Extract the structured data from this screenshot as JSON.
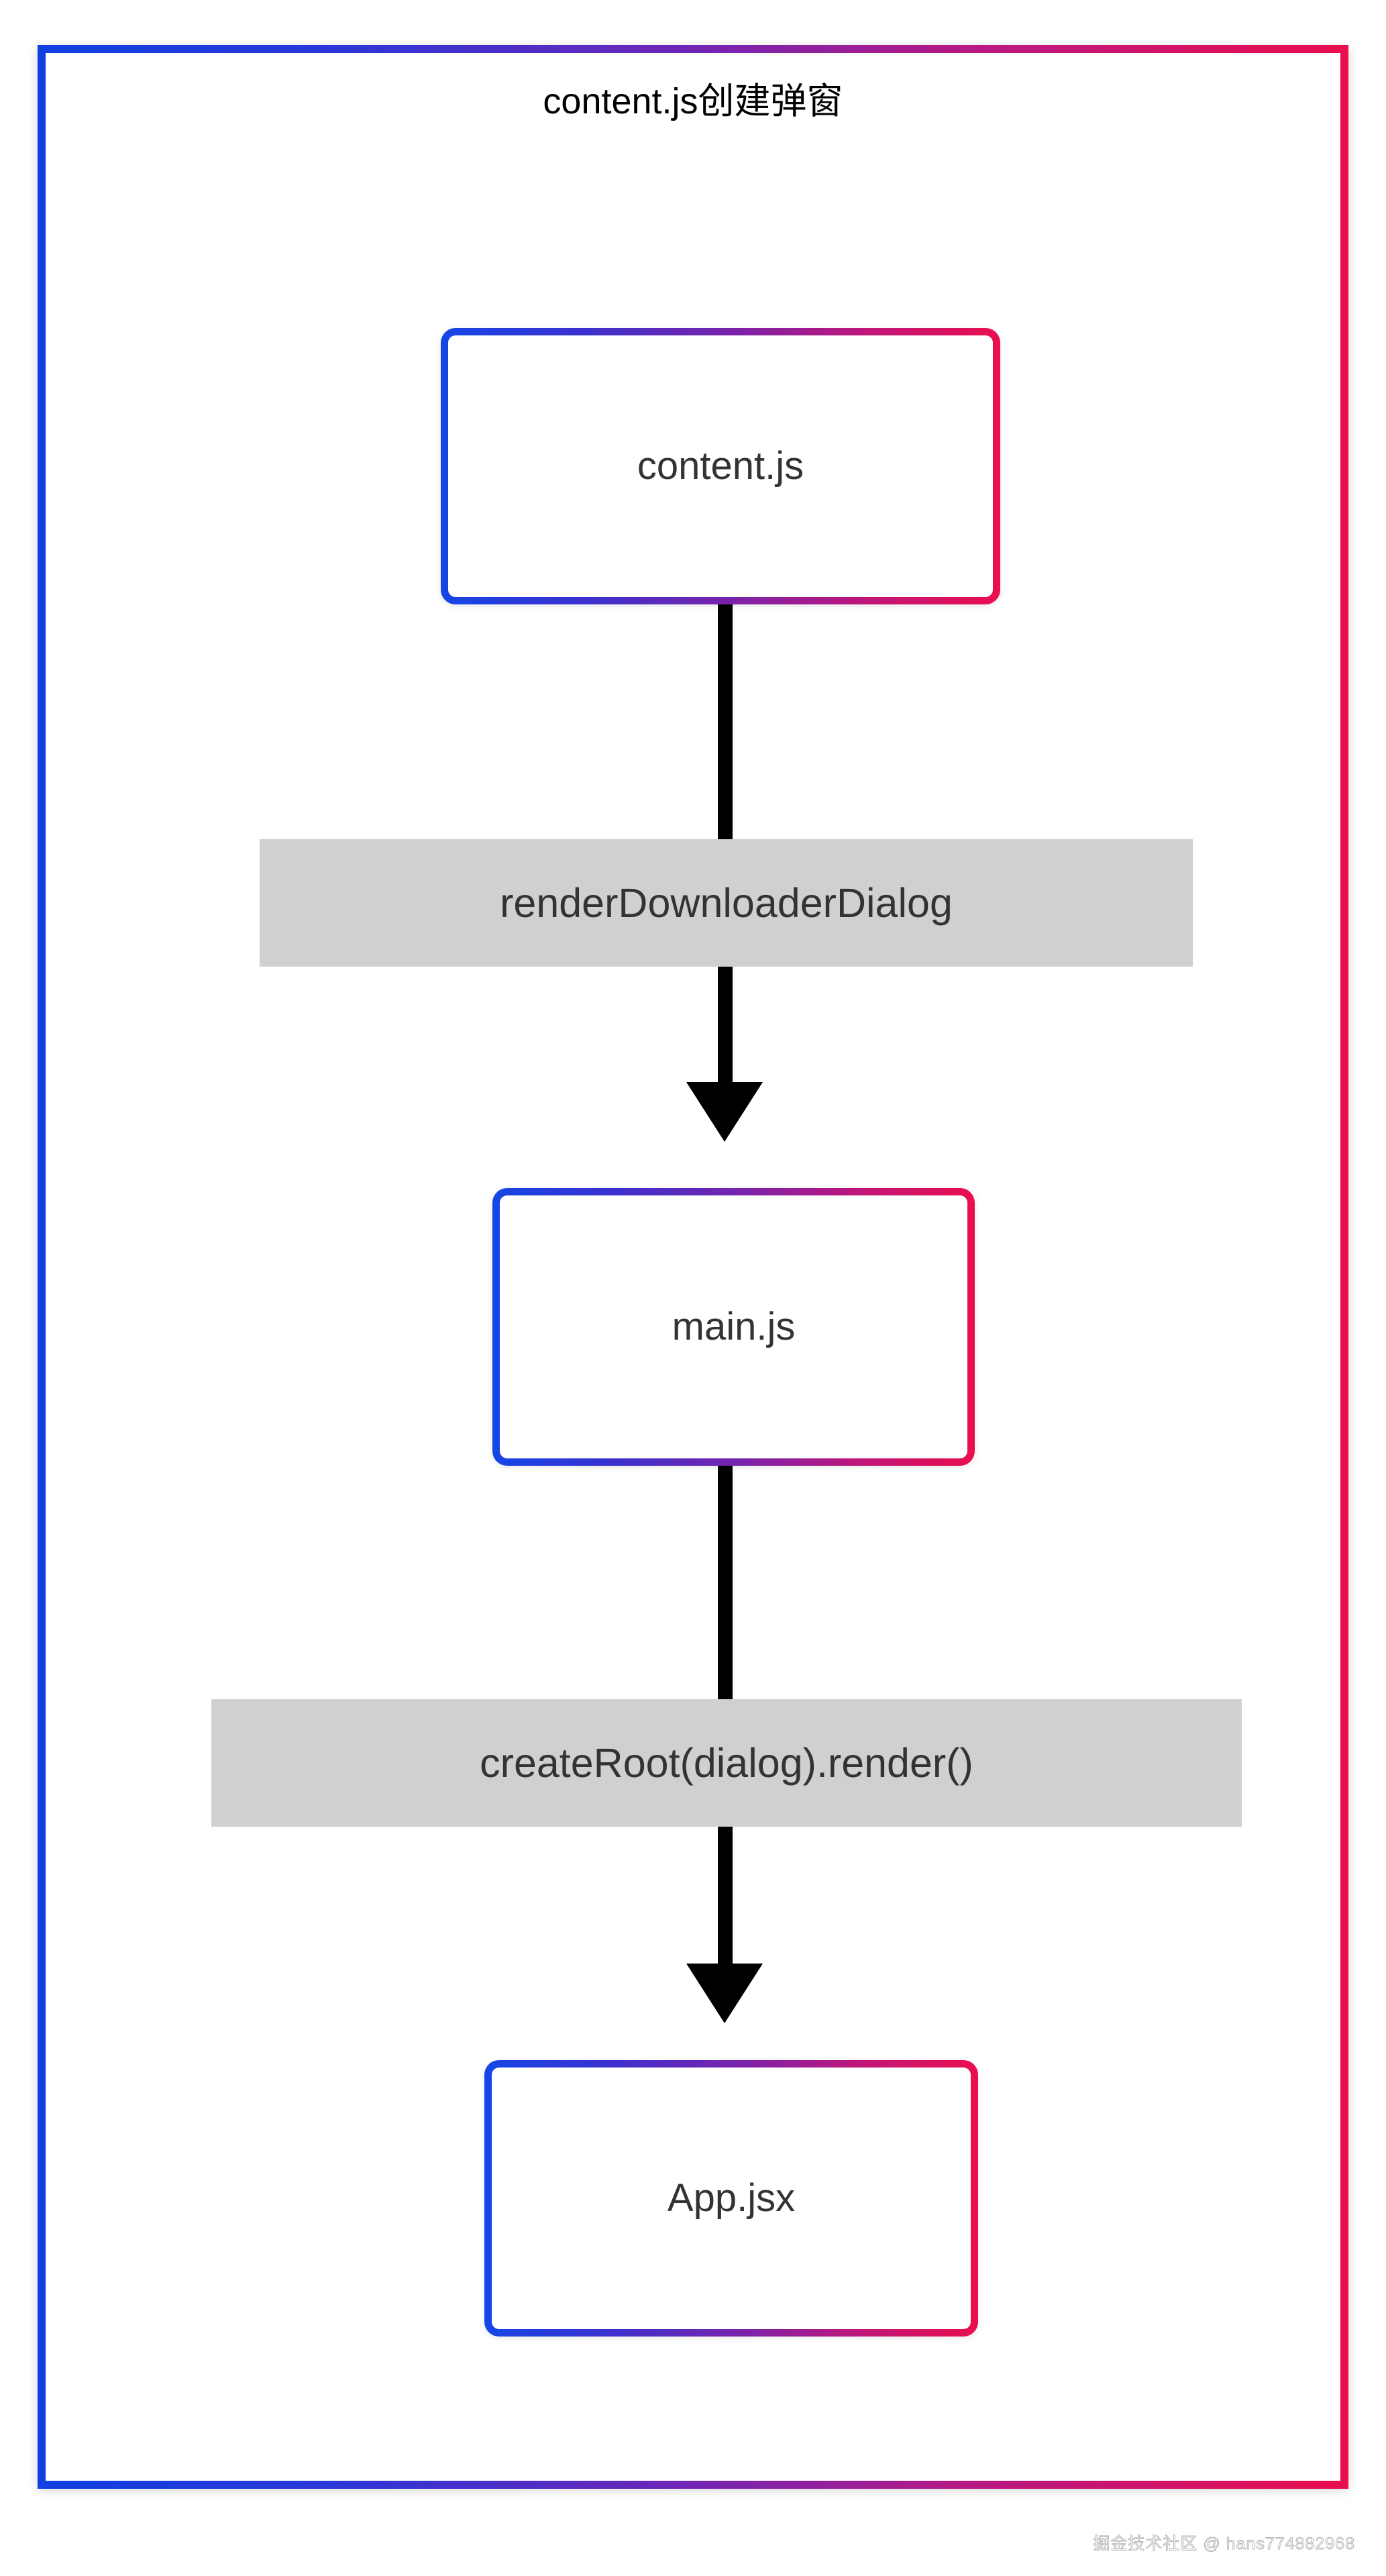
{
  "diagram": {
    "title": "content.js创建弹窗",
    "type": "flowchart",
    "direction": "top-to-bottom",
    "nodes": [
      {
        "id": "content-js",
        "label": "content.js"
      },
      {
        "id": "main-js",
        "label": "main.js"
      },
      {
        "id": "app-jsx",
        "label": "App.jsx"
      }
    ],
    "edges": [
      {
        "from": "content-js",
        "to": "main-js",
        "label": "renderDownloaderDialog"
      },
      {
        "from": "main-js",
        "to": "app-jsx",
        "label": "createRoot(dialog).render()"
      }
    ],
    "colors": {
      "frame_gradient_start": "#1040e0",
      "frame_gradient_end": "#ea0e4e",
      "node_border_gradient_start": "#1546e6",
      "node_border_gradient_end": "#ea0e4e",
      "node_fill": "#ffffff",
      "node_text": "#333333",
      "edge_label_background": "#d0d0d0",
      "edge_label_text": "#333333",
      "arrow": "#000000",
      "title_text": "#000000"
    }
  },
  "watermark": {
    "text": "掘金技术社区 @ hans774882968"
  }
}
